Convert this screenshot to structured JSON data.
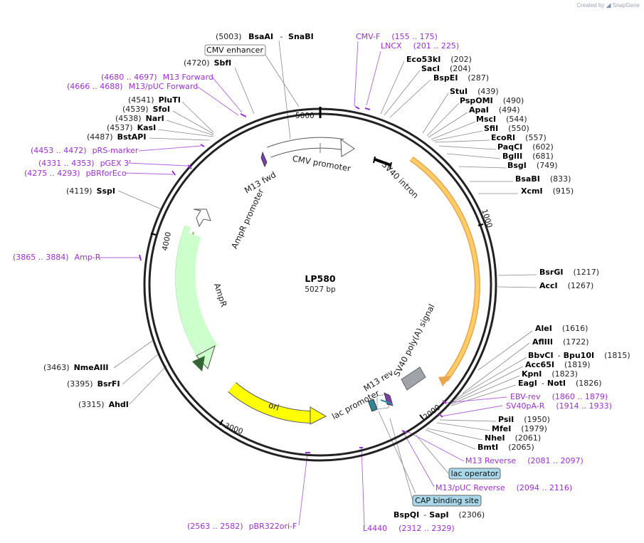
{
  "credit": {
    "prefix": "Created by",
    "brand": "SnapGene"
  },
  "plasmid": {
    "name": "LP580",
    "length": "5027 bp"
  },
  "ticks": [
    "1000",
    "2000",
    "3000",
    "4000",
    "5000"
  ],
  "features": {
    "cmv_promoter": "CMV promoter",
    "sv40_intron": "SV40 intron",
    "m13_fwd": "M13 fwd",
    "ampr_promoter": "AmpR promoter",
    "ampr": "AmpR",
    "ori": "ori",
    "sv40_polya": "SV40 poly(A) signal",
    "m13_rev": "M13 rev",
    "lac_promoter": "lac promoter"
  },
  "boxes": {
    "cmv_enhancer": "CMV enhancer",
    "lac_operator": "lac operator",
    "cap_site": "CAP binding site"
  },
  "sites": [
    {
      "pos": "(5003)",
      "name": "BsaAI",
      "sep": "-",
      "name2": "SnaBI"
    },
    {
      "pos": "(4720)",
      "name": "SbfI"
    },
    {
      "pos": "(4541)",
      "name": "PluTI"
    },
    {
      "pos": "(4539)",
      "name": "SfoI"
    },
    {
      "pos": "(4538)",
      "name": "NarI"
    },
    {
      "pos": "(4537)",
      "name": "KasI"
    },
    {
      "pos": "(4487)",
      "name": "BstAPI"
    },
    {
      "pos": "(4119)",
      "name": "SspI"
    },
    {
      "pos": "(3463)",
      "name": "NmeAIII"
    },
    {
      "pos": "(3395)",
      "name": "BsrFI"
    },
    {
      "pos": "(3315)",
      "name": "AhdI"
    },
    {
      "name": "Eco53kI",
      "pos": "(202)"
    },
    {
      "name": "SacI",
      "pos": "(204)"
    },
    {
      "name": "BspEI",
      "pos": "(287)"
    },
    {
      "name": "StuI",
      "pos": "(439)"
    },
    {
      "name": "PspOMI",
      "pos": "(490)"
    },
    {
      "name": "ApaI",
      "pos": "(494)"
    },
    {
      "name": "MscI",
      "pos": "(544)"
    },
    {
      "name": "SfiI",
      "pos": "(550)"
    },
    {
      "name": "EcoRI",
      "pos": "(557)"
    },
    {
      "name": "PaqCI",
      "pos": "(602)"
    },
    {
      "name": "BglII",
      "pos": "(681)"
    },
    {
      "name": "BsgI",
      "pos": "(749)"
    },
    {
      "name": "BsaBI",
      "pos": "(833)"
    },
    {
      "name": "XcmI",
      "pos": "(915)"
    },
    {
      "name": "BsrGI",
      "pos": "(1217)"
    },
    {
      "name": "AccI",
      "pos": "(1267)"
    },
    {
      "name": "AleI",
      "pos": "(1616)"
    },
    {
      "name": "AflIII",
      "pos": "(1722)"
    },
    {
      "name": "BbvCI",
      "sep": "-",
      "name2": "Bpu10I",
      "pos": "(1815)"
    },
    {
      "name": "Acc65I",
      "pos": "(1819)"
    },
    {
      "name": "KpnI",
      "pos": "(1823)"
    },
    {
      "name": "EagI",
      "sep": "-",
      "name2": "NotI",
      "pos": "(1826)"
    },
    {
      "name": "PsiI",
      "pos": "(1950)"
    },
    {
      "name": "MfeI",
      "pos": "(1979)"
    },
    {
      "name": "NheI",
      "pos": "(2061)"
    },
    {
      "name": "BmtI",
      "pos": "(2065)"
    },
    {
      "name": "BspQI",
      "sep": "-",
      "name2": "SapI",
      "pos": "(2306)"
    }
  ],
  "primers": [
    {
      "name": "CMV-F",
      "range": "(155 .. 175)"
    },
    {
      "name": "LNCX",
      "range": "(201 .. 225)"
    },
    {
      "range": "(4680 .. 4697)",
      "name": "M13 Forward"
    },
    {
      "range": "(4666 .. 4688)",
      "name": "M13/pUC Forward"
    },
    {
      "range": "(4453 .. 4472)",
      "name": "pRS-marker"
    },
    {
      "range": "(4331 .. 4353)",
      "name": "pGEX 3'"
    },
    {
      "range": "(4275 .. 4293)",
      "name": "pBRforEco"
    },
    {
      "range": "(3865 .. 3884)",
      "name": "Amp-R"
    },
    {
      "name": "EBV-rev",
      "range": "(1860 .. 1879)"
    },
    {
      "name": "SV40pA-R",
      "range": "(1914 .. 1933)"
    },
    {
      "name": "M13 Reverse",
      "range": "(2081 .. 2097)"
    },
    {
      "name": "M13/pUC Reverse",
      "range": "(2094 .. 2116)"
    },
    {
      "range": "(2563 .. 2582)",
      "name": "pBR322ori-F"
    },
    {
      "name": "L4440",
      "range": "(2312 .. 2329)"
    }
  ],
  "colors": {
    "backbone": "#222222",
    "primer": "#9b2fd4",
    "orf_yellow": "#ffff00",
    "orf_green": "#ccffcc",
    "orf_orange": "#ffcc66",
    "polya_gray": "#a0a4aa",
    "box_blue": "#a8d8ea"
  }
}
